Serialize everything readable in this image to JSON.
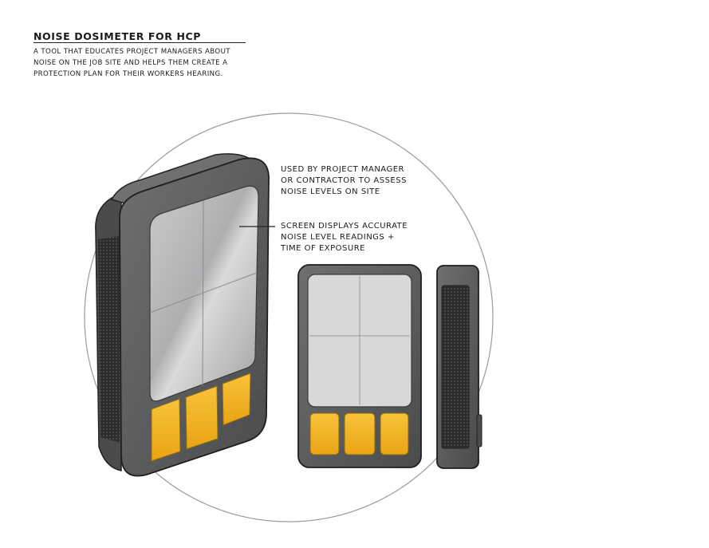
{
  "title": "NOISE DOSIMETER FOR HCP",
  "description": [
    "A TOOL THAT EDUCATES PROJECT MANAGERS ABOUT",
    "NOISE ON THE JOB SITE AND HELPS THEM CREATE A",
    "PROTECTION PLAN FOR THEIR WORKERS HEARING."
  ],
  "annotations": {
    "usage": [
      "USED BY PROJECT MANAGER",
      "OR CONTRACTOR TO ASSESS",
      "NOISE LEVELS ON SITE"
    ],
    "screen": [
      "SCREEN DISPLAYS ACCURATE",
      "NOISE LEVEL READINGS +",
      "TIME OF EXPOSURE"
    ]
  },
  "colors": {
    "body": "#5f6062",
    "body_dark": "#3c3d3f",
    "screen": "#d8d9db",
    "button": "#f4b522",
    "grille": "#2f2f31"
  }
}
